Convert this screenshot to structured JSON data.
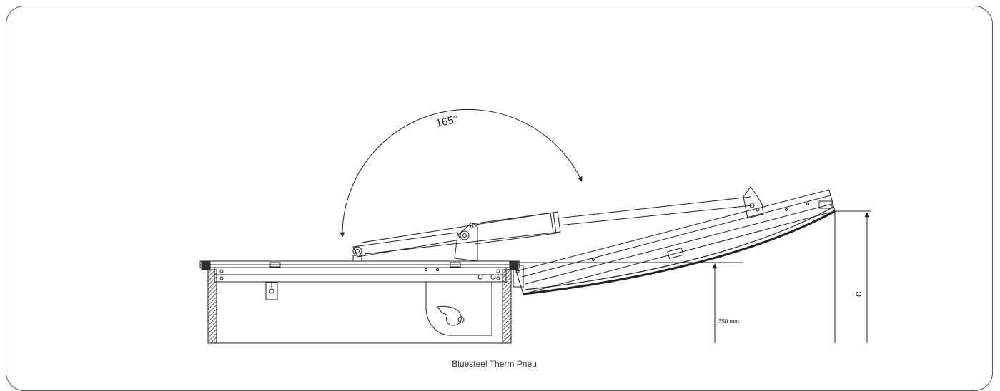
{
  "drawing": {
    "angle_label": "165°",
    "height_label": "350 mm",
    "dimension_c_label": "C",
    "caption": "Bluesteel Therm Pneu"
  }
}
